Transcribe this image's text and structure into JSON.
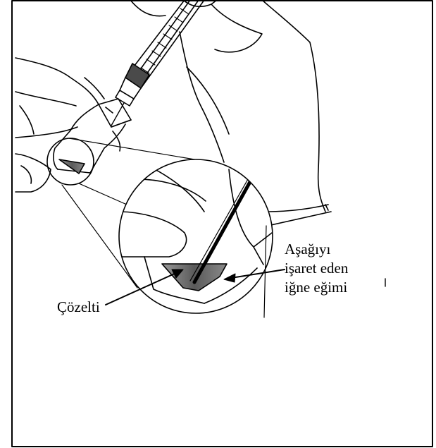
{
  "labels": {
    "solution": "Çözelti",
    "bevel_line1": "Aşağıyı",
    "bevel_line2": "işaret eden",
    "bevel_line3": "iğne eğimi"
  },
  "colors": {
    "stroke": "#000000",
    "fluid_dark": "#555555",
    "fluid_light": "#9a9a9a",
    "background": "#ffffff"
  }
}
